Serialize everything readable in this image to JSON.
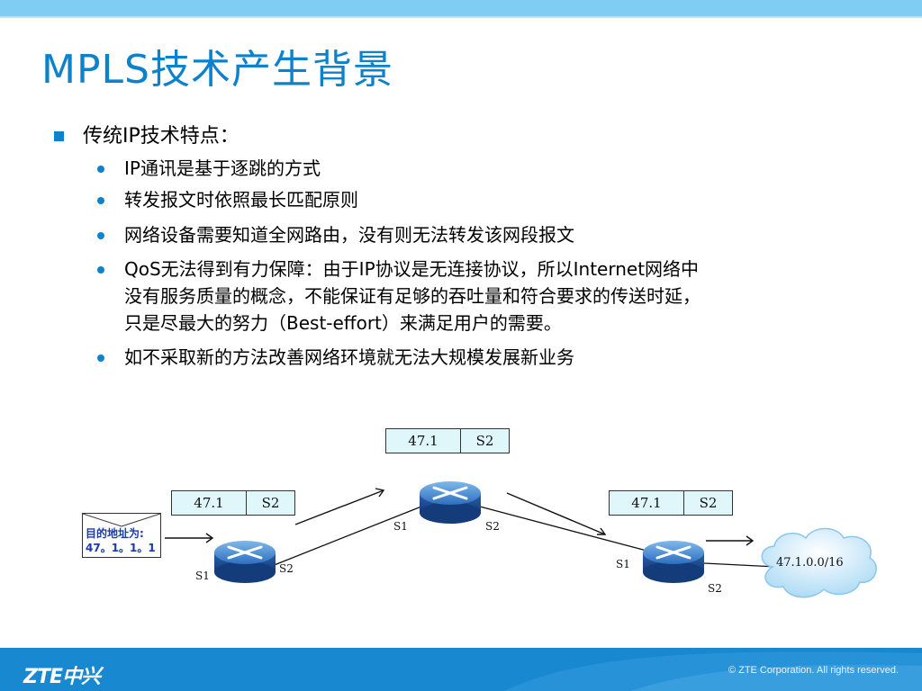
{
  "slide": {
    "title": "MPLS技术产生背景",
    "main_bullet": "传统IP技术特点：",
    "sub_bullets": [
      {
        "text": "IP通讯是基于逐跳的方式"
      },
      {
        "text": "转发报文时依照最长匹配原则"
      },
      {
        "text": "网络设备需要知道全网路由，没有则无法转发该网段报文"
      },
      {
        "line1": "QoS无法得到有力保障：由于IP协议是无连接协议，所以Internet网络中",
        "line2": "没有服务质量的概念，不能保证有足够的吞吐量和符合要求的传送时延，",
        "line3": "只是尽最大的努力（Best-effort）来满足用户的需要。"
      },
      {
        "text": "如不采取新的方法改善网络环境就无法大规模发展新业务"
      }
    ]
  },
  "diagram": {
    "tables": [
      {
        "left": "47.1",
        "right": "S2"
      },
      {
        "left": "47.1",
        "right": "S2"
      },
      {
        "left": "47.1",
        "right": "S2"
      }
    ],
    "envelope_lines": [
      "目的地址为:",
      "47。1。1。1"
    ],
    "ports": {
      "r1_in": "S1",
      "r1_out": "S2",
      "r2_in": "S1",
      "r2_out": "S2",
      "r3_in": "S1",
      "r3_out": "S2"
    },
    "cloud_label": "47.1.0.0/16"
  },
  "footer": {
    "logo": "ZTE中兴",
    "copyright": "© ZTE Corporation. All rights reserved."
  },
  "colors": {
    "accent": "#0d82cc",
    "top_bar": "#7fcdf2",
    "bottom_bar": "#1888d0",
    "table_fill": "#dff7fb"
  }
}
